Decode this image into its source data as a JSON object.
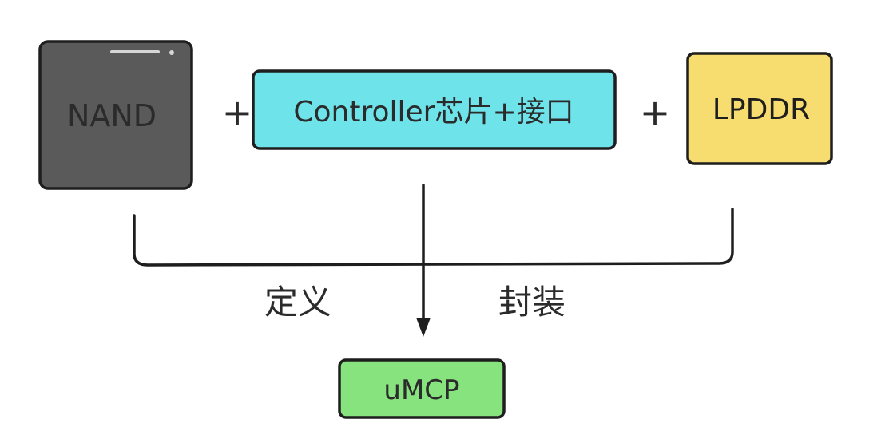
{
  "diagram": {
    "boxes": {
      "nand": {
        "label": "NAND",
        "fill": "#5a5a5a"
      },
      "controller": {
        "label": "Controller芯片+接口",
        "fill": "#6fe3ea"
      },
      "lpddr": {
        "label": "LPDDR",
        "fill": "#f7dc6f"
      },
      "umcp": {
        "label": "uMCP",
        "fill": "#86e37d"
      }
    },
    "operators": {
      "plus_1": "+",
      "plus_2": "+"
    },
    "annotations": {
      "left": "定义",
      "right": "封装"
    },
    "colors": {
      "stroke": "#1e1e1e",
      "text": "#2b2b2b"
    }
  }
}
